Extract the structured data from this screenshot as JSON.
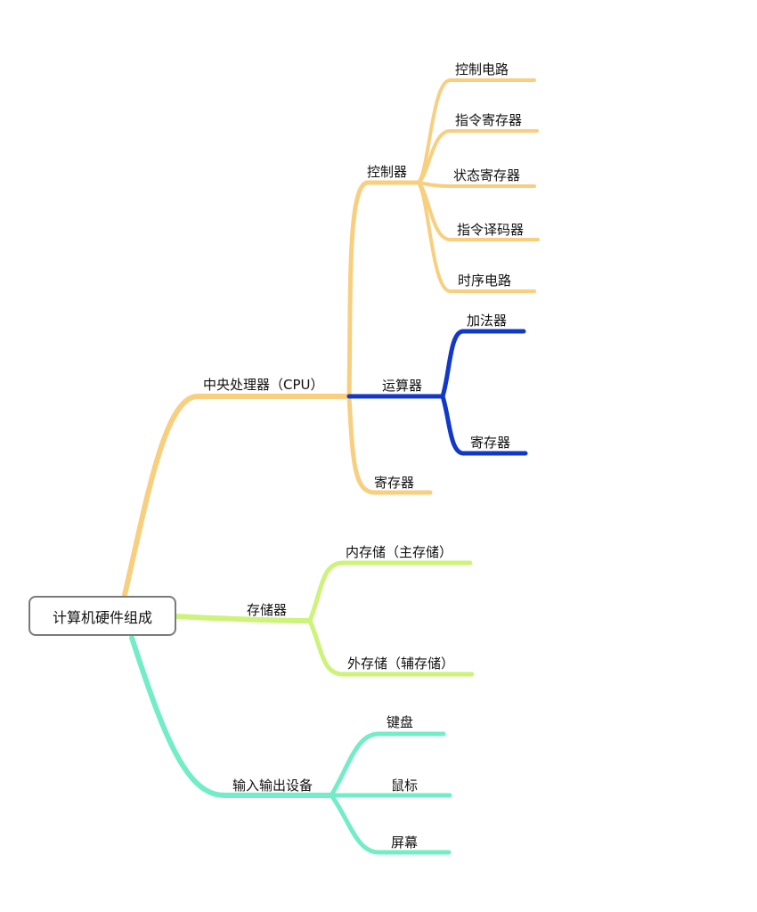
{
  "root": {
    "label": "计算机硬件组成"
  },
  "colors": {
    "cpu": "#f8cf7f",
    "alu": "#1238c8",
    "memory": "#cdf37a",
    "io": "#73ecc8",
    "root_border": "#7a7a7a"
  },
  "branches": {
    "cpu": {
      "label": "中央处理器（CPU）",
      "controller": {
        "label": "控制器",
        "children": [
          "控制电路",
          "指令寄存器",
          "状态寄存器",
          "指令译码器",
          "时序电路"
        ]
      },
      "alu": {
        "label": "运算器",
        "children": [
          "加法器",
          "寄存器"
        ]
      },
      "register": {
        "label": "寄存器"
      }
    },
    "memory": {
      "label": "存储器",
      "children": [
        "内存储（主存储）",
        "外存储（辅存储）"
      ]
    },
    "io": {
      "label": "输入输出设备",
      "children": [
        "键盘",
        "鼠标",
        "屏幕"
      ]
    }
  }
}
